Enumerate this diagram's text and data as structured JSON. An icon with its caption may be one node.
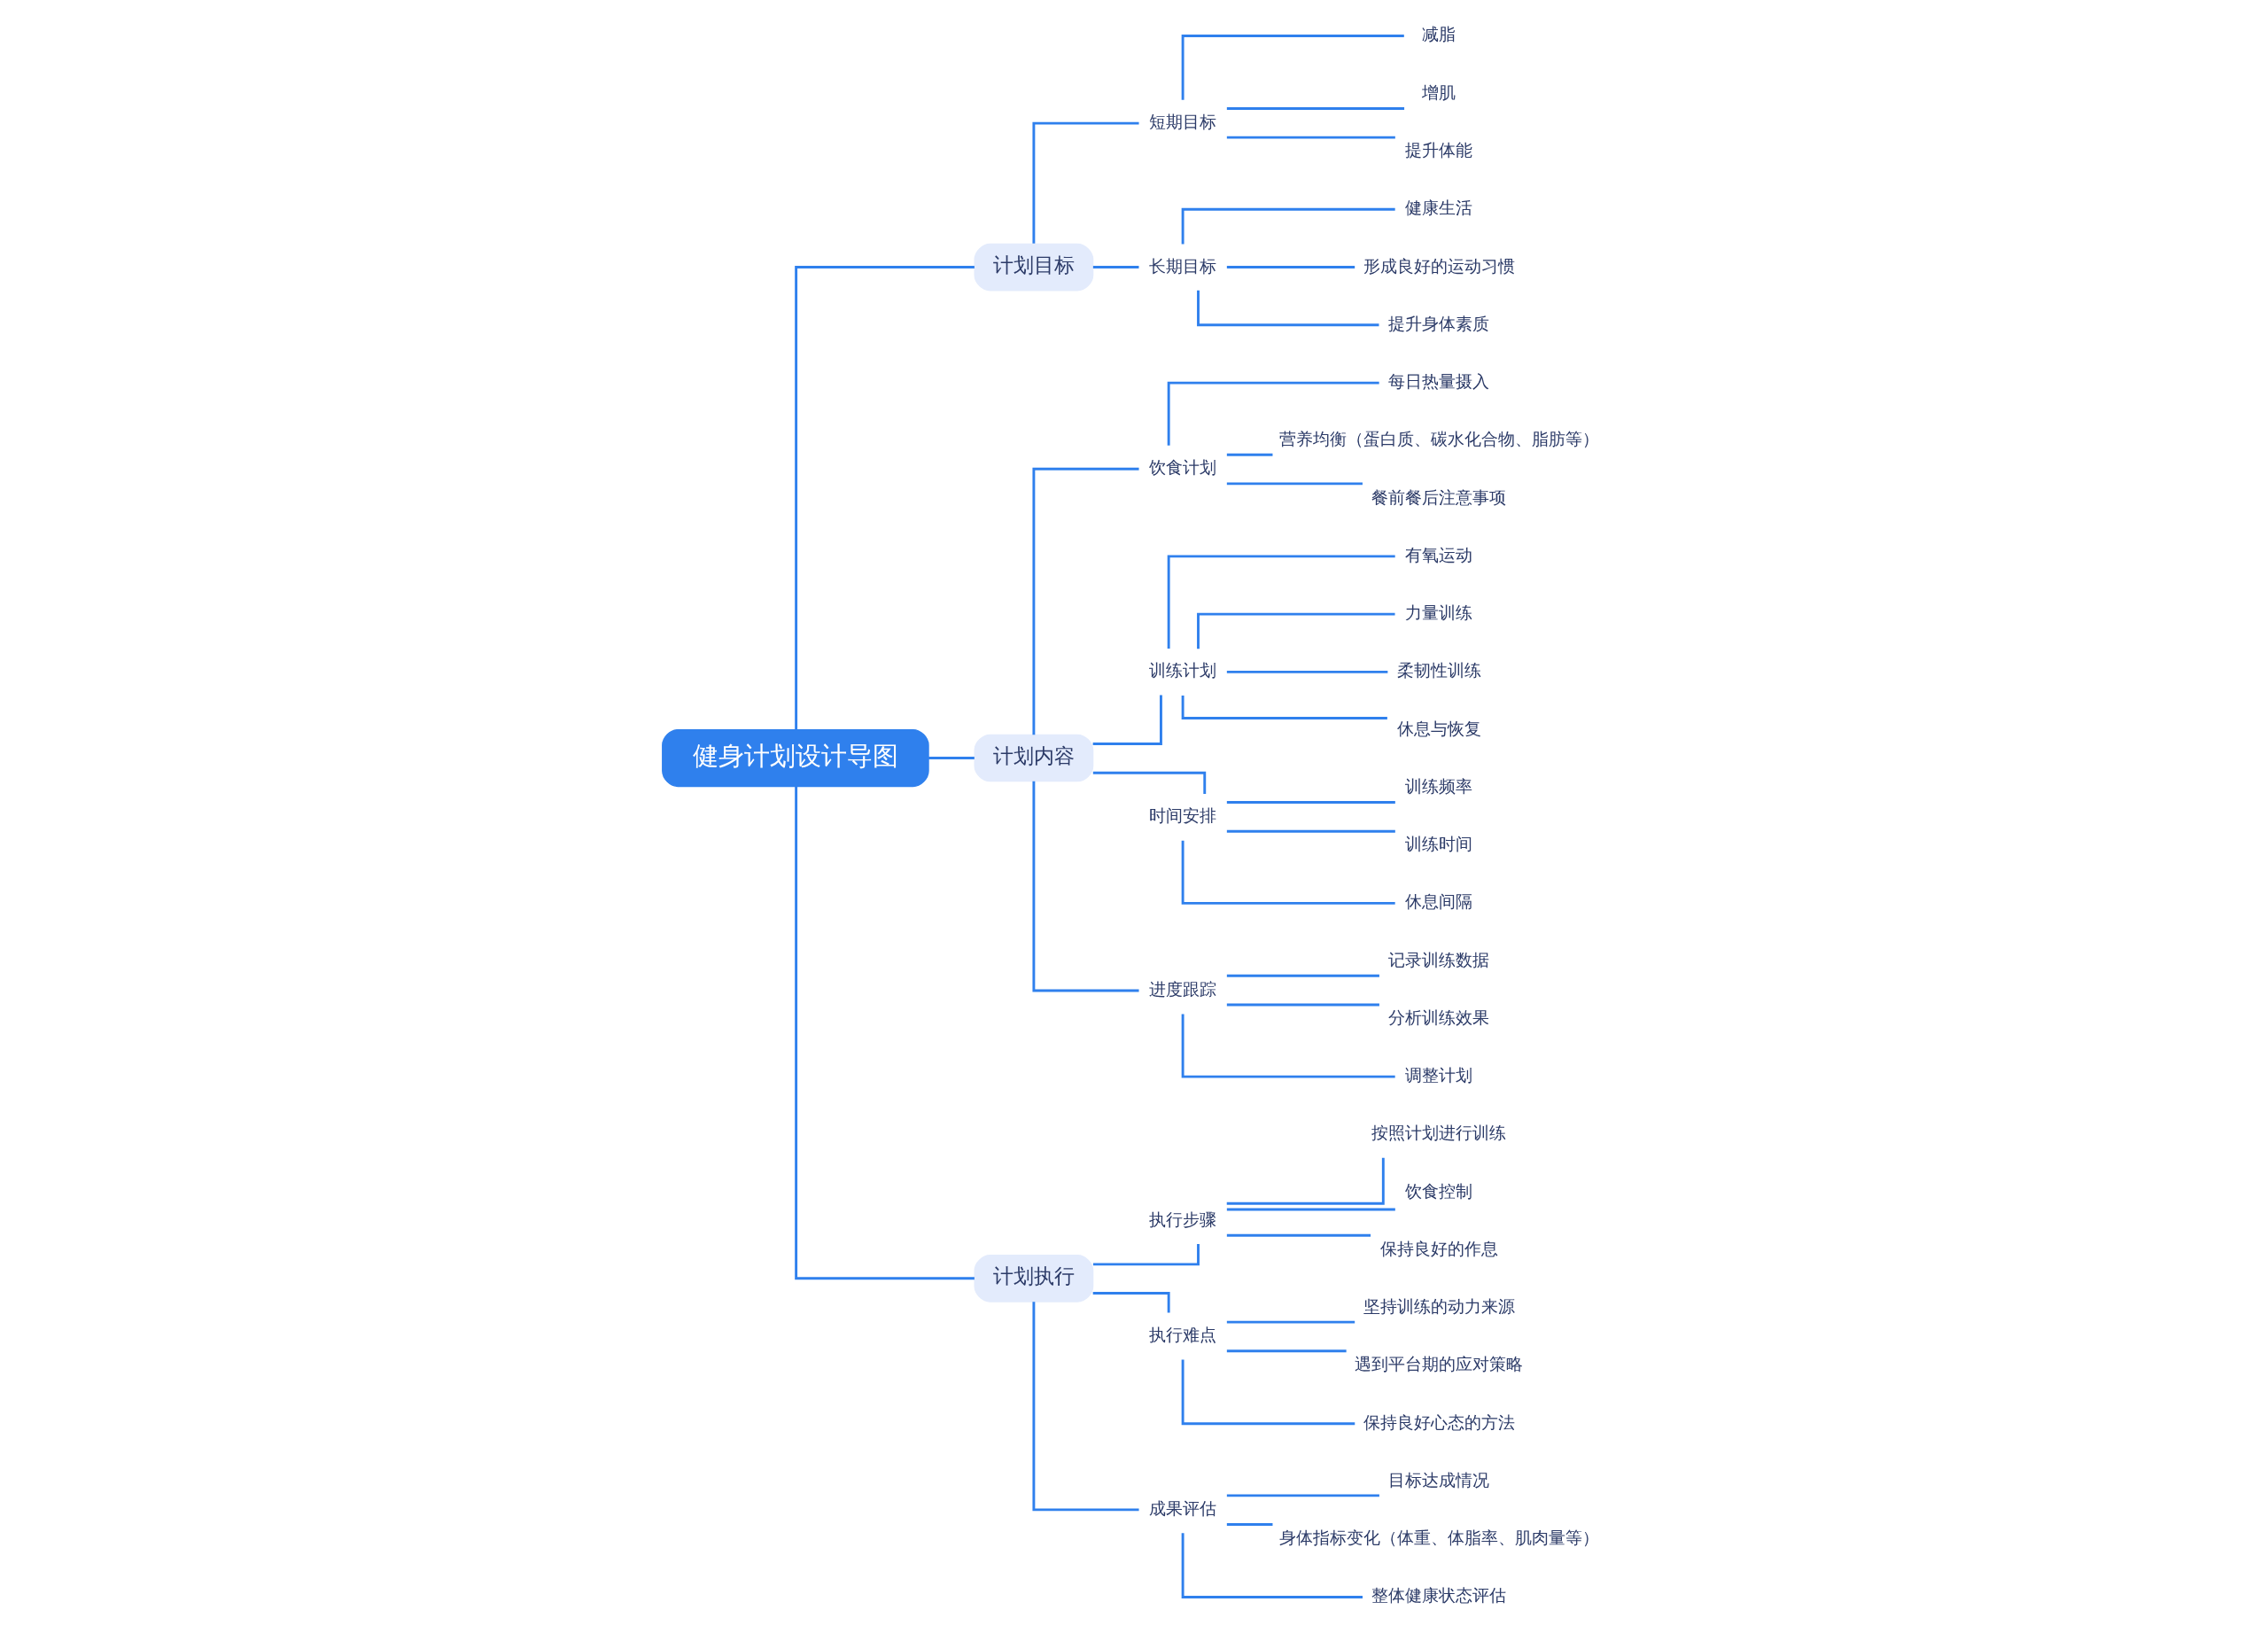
{
  "diagram": {
    "nodes": [
      {
        "text": [
          "健身计划设计导图"
        ]
      },
      {
        "text": [
          "计划目标"
        ]
      },
      {
        "text": [
          "短期目标"
        ]
      },
      {
        "text": [
          "减脂"
        ]
      },
      {
        "text": [
          "增肌"
        ]
      },
      {
        "text": [
          "提升体能"
        ]
      },
      {
        "text": [
          "长期目标"
        ]
      },
      {
        "text": [
          "健康生活"
        ]
      },
      {
        "text": [
          "形成良好的运动习惯"
        ]
      },
      {
        "text": [
          "提升身体素质"
        ]
      },
      {
        "text": [
          "计划内容"
        ]
      },
      {
        "text": [
          "饮食计划"
        ]
      },
      {
        "text": [
          "每日热量摄入"
        ]
      },
      {
        "text": [
          "营养均衡（蛋白质、碳水化合物、脂肪等）"
        ]
      },
      {
        "text": [
          "餐前餐后注意事项"
        ]
      },
      {
        "text": [
          "训练计划"
        ]
      },
      {
        "text": [
          "有氧运动"
        ]
      },
      {
        "text": [
          "力量训练"
        ]
      },
      {
        "text": [
          "柔韧性训练"
        ]
      },
      {
        "text": [
          "休息与恢复"
        ]
      },
      {
        "text": [
          "时间安排"
        ]
      },
      {
        "text": [
          "训练频率"
        ]
      },
      {
        "text": [
          "训练时间"
        ]
      },
      {
        "text": [
          "休息间隔"
        ]
      },
      {
        "text": [
          "进度跟踪"
        ]
      },
      {
        "text": [
          "记录训练数据"
        ]
      },
      {
        "text": [
          "分析训练效果"
        ]
      },
      {
        "text": [
          "调整计划"
        ]
      },
      {
        "text": [
          "计划执行"
        ]
      },
      {
        "text": [
          "执行步骤"
        ]
      },
      {
        "text": [
          "按照计划进行训练"
        ]
      },
      {
        "text": [
          "饮食控制"
        ]
      },
      {
        "text": [
          "保持良好的作息"
        ]
      },
      {
        "text": [
          "执行难点"
        ]
      },
      {
        "text": [
          "坚持训练的动力来源"
        ]
      },
      {
        "text": [
          "遇到平台期的应对策略"
        ]
      },
      {
        "text": [
          "保持良好心态的方法"
        ]
      },
      {
        "text": [
          "成果评估"
        ]
      },
      {
        "text": [
          "目标达成情况"
        ]
      },
      {
        "text": [
          "身体指标变化（体重、体脂率、肌肉量等）"
        ]
      },
      {
        "text": [
          "整体健康状态评估"
        ]
      }
    ],
    "edges": [
      {
        "from": 0,
        "to": 1,
        "arrow": "none"
      },
      {
        "from": 1,
        "to": 2,
        "arrow": "none"
      },
      {
        "from": 2,
        "to": 3,
        "arrow": "none"
      },
      {
        "from": 2,
        "to": 4,
        "arrow": "none"
      },
      {
        "from": 2,
        "to": 5,
        "arrow": "none"
      },
      {
        "from": 1,
        "to": 6,
        "arrow": "none"
      },
      {
        "from": 6,
        "to": 7,
        "arrow": "none"
      },
      {
        "from": 6,
        "to": 8,
        "arrow": "none"
      },
      {
        "from": 6,
        "to": 9,
        "arrow": "none"
      },
      {
        "from": 0,
        "to": 10,
        "arrow": "none"
      },
      {
        "from": 10,
        "to": 11,
        "arrow": "none"
      },
      {
        "from": 11,
        "to": 12,
        "arrow": "none"
      },
      {
        "from": 11,
        "to": 13,
        "arrow": "none"
      },
      {
        "from": 11,
        "to": 14,
        "arrow": "none"
      },
      {
        "from": 10,
        "to": 15,
        "arrow": "none"
      },
      {
        "from": 15,
        "to": 16,
        "arrow": "none"
      },
      {
        "from": 15,
        "to": 17,
        "arrow": "none"
      },
      {
        "from": 15,
        "to": 18,
        "arrow": "none"
      },
      {
        "from": 15,
        "to": 19,
        "arrow": "none"
      },
      {
        "from": 10,
        "to": 20,
        "arrow": "none"
      },
      {
        "from": 20,
        "to": 21,
        "arrow": "none"
      },
      {
        "from": 20,
        "to": 22,
        "arrow": "none"
      },
      {
        "from": 20,
        "to": 23,
        "arrow": "none"
      },
      {
        "from": 10,
        "to": 24,
        "arrow": "none"
      },
      {
        "from": 24,
        "to": 25,
        "arrow": "none"
      },
      {
        "from": 24,
        "to": 26,
        "arrow": "none"
      },
      {
        "from": 24,
        "to": 27,
        "arrow": "none"
      },
      {
        "from": 0,
        "to": 28,
        "arrow": "none"
      },
      {
        "from": 28,
        "to": 29,
        "arrow": "none"
      },
      {
        "from": 29,
        "to": 30,
        "arrow": "none"
      },
      {
        "from": 29,
        "to": 31,
        "arrow": "none"
      },
      {
        "from": 29,
        "to": 32,
        "arrow": "none"
      },
      {
        "from": 28,
        "to": 33,
        "arrow": "none"
      },
      {
        "from": 33,
        "to": 34,
        "arrow": "none"
      },
      {
        "from": 33,
        "to": 35,
        "arrow": "none"
      },
      {
        "from": 33,
        "to": 36,
        "arrow": "none"
      },
      {
        "from": 28,
        "to": 37,
        "arrow": "none"
      },
      {
        "from": 37,
        "to": 38,
        "arrow": "none"
      },
      {
        "from": 37,
        "to": 39,
        "arrow": "none"
      },
      {
        "from": 37,
        "to": 40,
        "arrow": "none"
      }
    ]
  }
}
